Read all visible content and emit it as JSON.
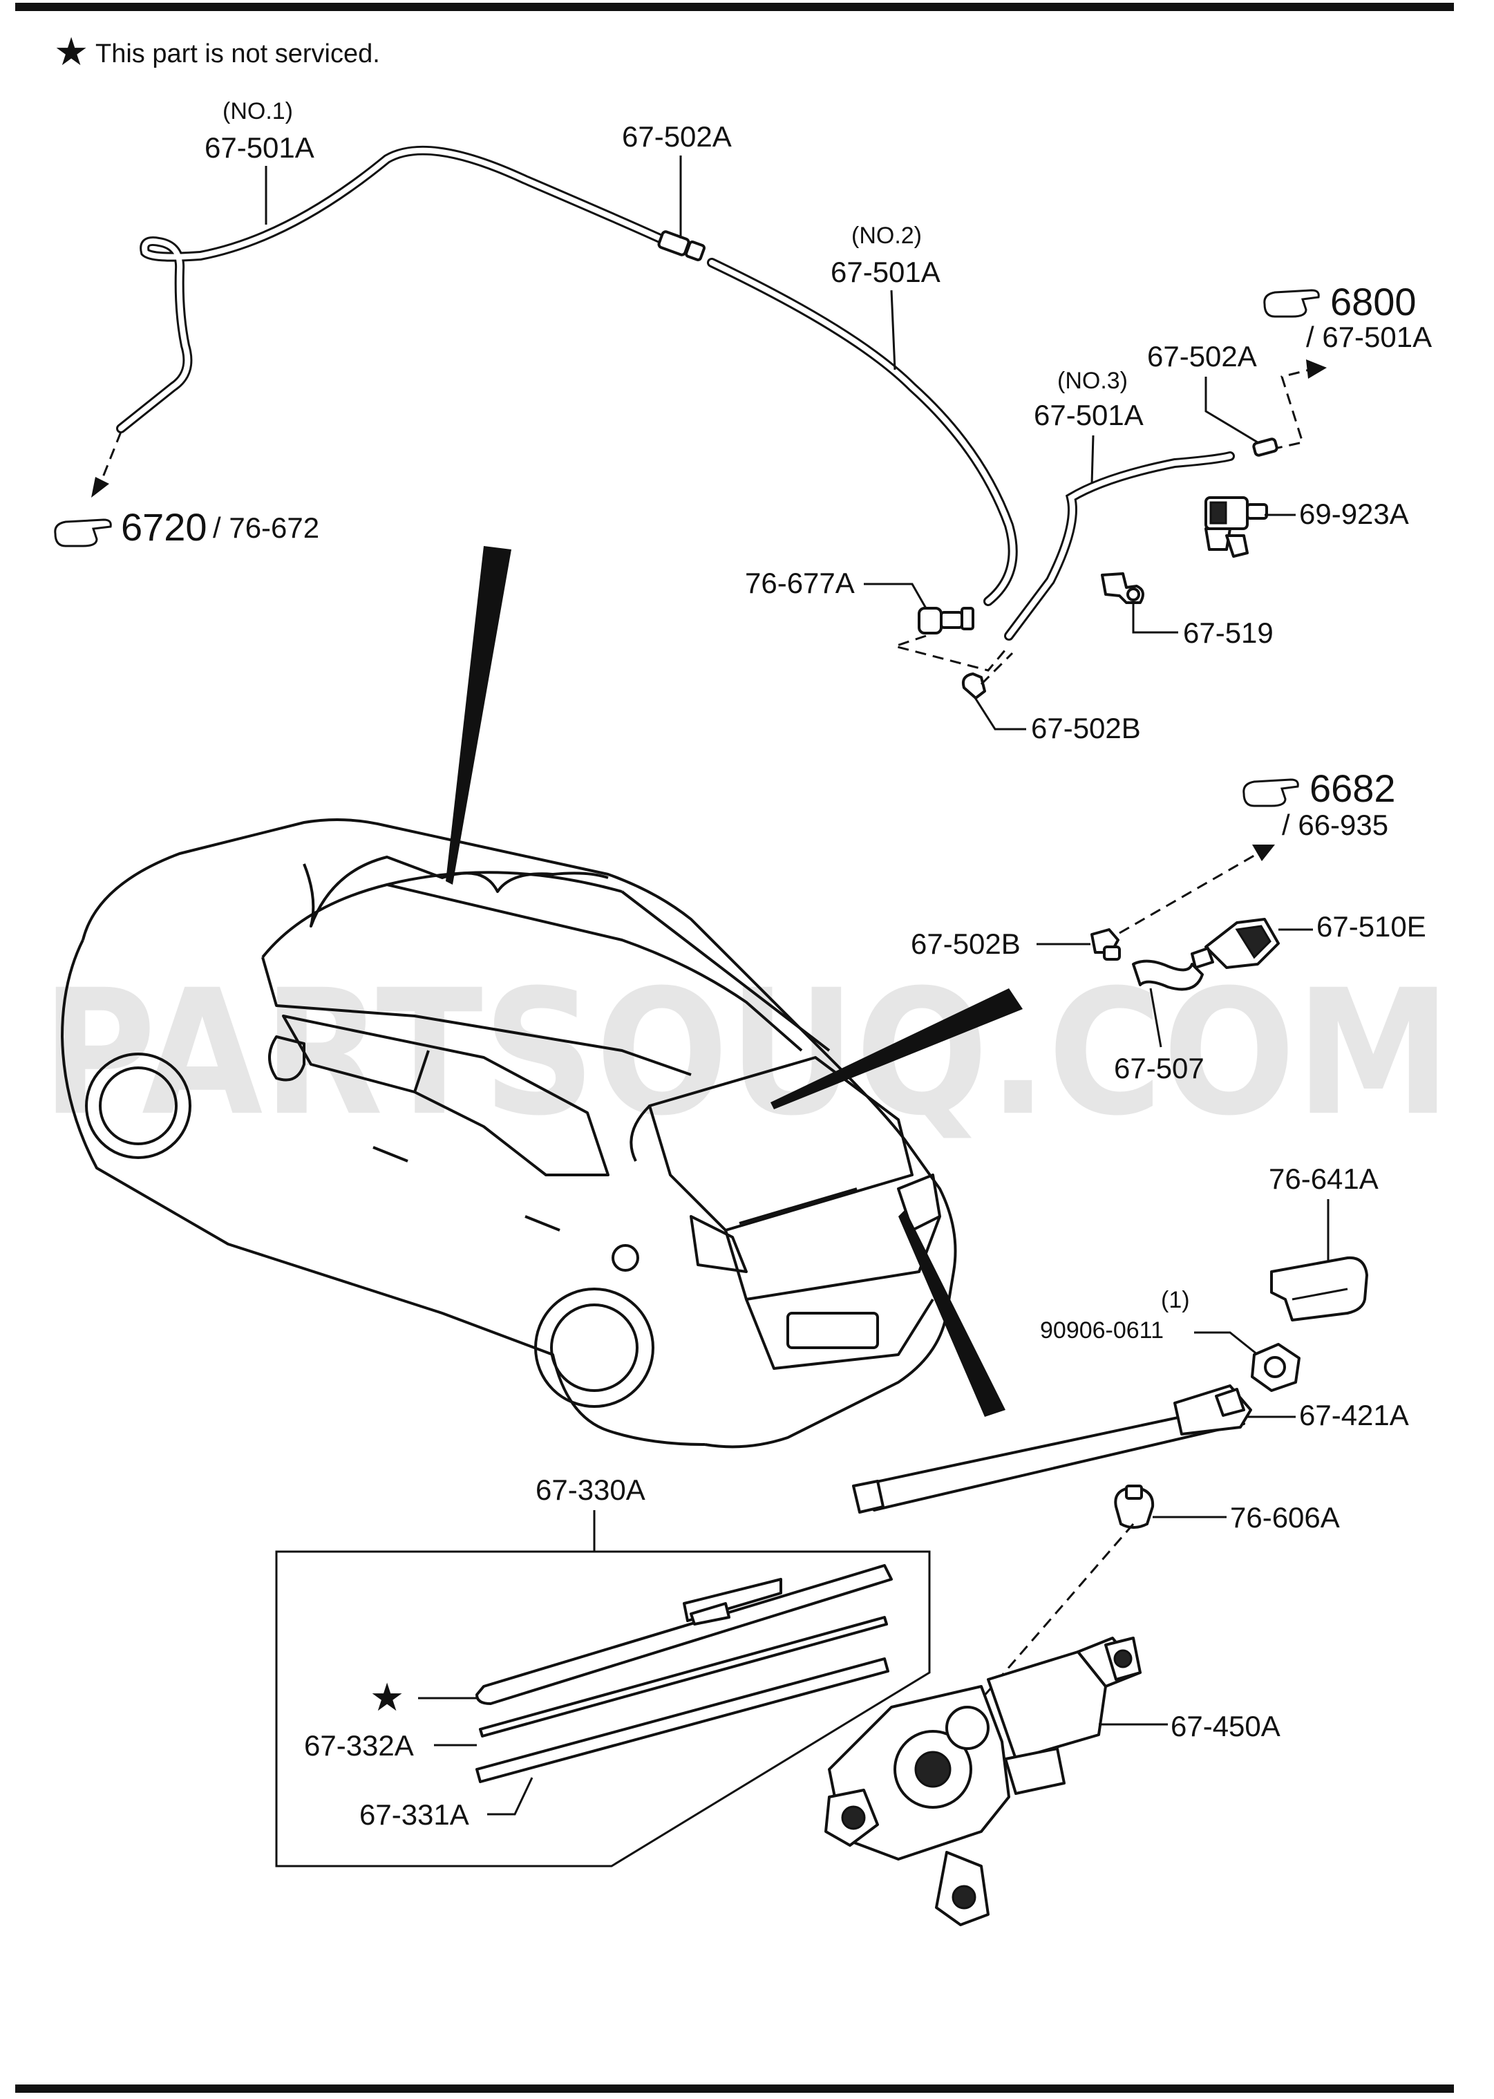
{
  "note": {
    "symbol": "★",
    "text": "This part is not serviced."
  },
  "watermark": "PARTSOUQ.COM",
  "references": {
    "ref_6720": {
      "number": "6720",
      "sub": "/ 76-672"
    },
    "ref_6800": {
      "number": "6800",
      "sub": "/ 67-501A"
    },
    "ref_6682": {
      "number": "6682",
      "sub": "/ 66-935"
    }
  },
  "labels": {
    "hose_no1_tag": "(NO.1)",
    "hose_no1": "67-501A",
    "joint_top": "67-502A",
    "hose_no2_tag": "(NO.2)",
    "hose_no2": "67-501A",
    "joint_right": "67-502A",
    "hose_no3_tag": "(NO.3)",
    "hose_no3": "67-501A",
    "valve": "69-923A",
    "clip": "67-519",
    "grommet": "76-677A",
    "joint_lower": "67-502B",
    "joint_nozzle": "67-502B",
    "nozzle": "67-510E",
    "nozzle_hose": "67-507",
    "arm_cap": "76-641A",
    "nut_qty": "(1)",
    "nut": "90906-0611",
    "arm": "67-421A",
    "cap_seal": "76-606A",
    "blade_assy": "67-330A",
    "blade_star": "★",
    "blade_rubber": "67-332A",
    "blade_strip": "67-331A",
    "motor": "67-450A"
  }
}
